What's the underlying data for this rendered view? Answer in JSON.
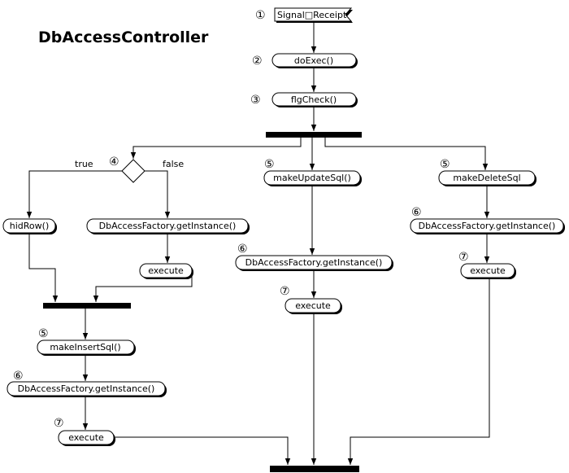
{
  "title": "DbAccessController",
  "signal": {
    "label": "Signal□Receipt",
    "num": "①"
  },
  "nodes": {
    "doExec": {
      "label": "doExec()",
      "num": "②"
    },
    "flgCheck": {
      "label": "flgCheck()",
      "num": "③"
    },
    "decision": {
      "num": "④",
      "true_label": "true",
      "false_label": "false"
    },
    "hidRow": {
      "label": "hidRow()"
    },
    "factoryLeft": {
      "label": "DbAccessFactory.getInstance()"
    },
    "executeLeft": {
      "label": "execute"
    },
    "makeInsertSql": {
      "label": "makeInsertSql()",
      "num": "⑤"
    },
    "factoryInsert": {
      "label": "DbAccessFactory.getInstance()",
      "num": "⑥"
    },
    "executeInsert": {
      "label": "execute",
      "num": "⑦"
    },
    "makeUpdateSql": {
      "label": "makeUpdateSql()",
      "num": "⑤"
    },
    "factoryUpdate": {
      "label": "DbAccessFactory.getInstance()",
      "num": "⑥"
    },
    "executeUpdate": {
      "label": "execute",
      "num": "⑦"
    },
    "makeDeleteSql": {
      "label": "makeDeleteSql",
      "num": "⑤"
    },
    "factoryDelete": {
      "label": "DbAccessFactory.getInstance()",
      "num": "⑥"
    },
    "executeDelete": {
      "label": "execute",
      "num": "⑦"
    }
  }
}
